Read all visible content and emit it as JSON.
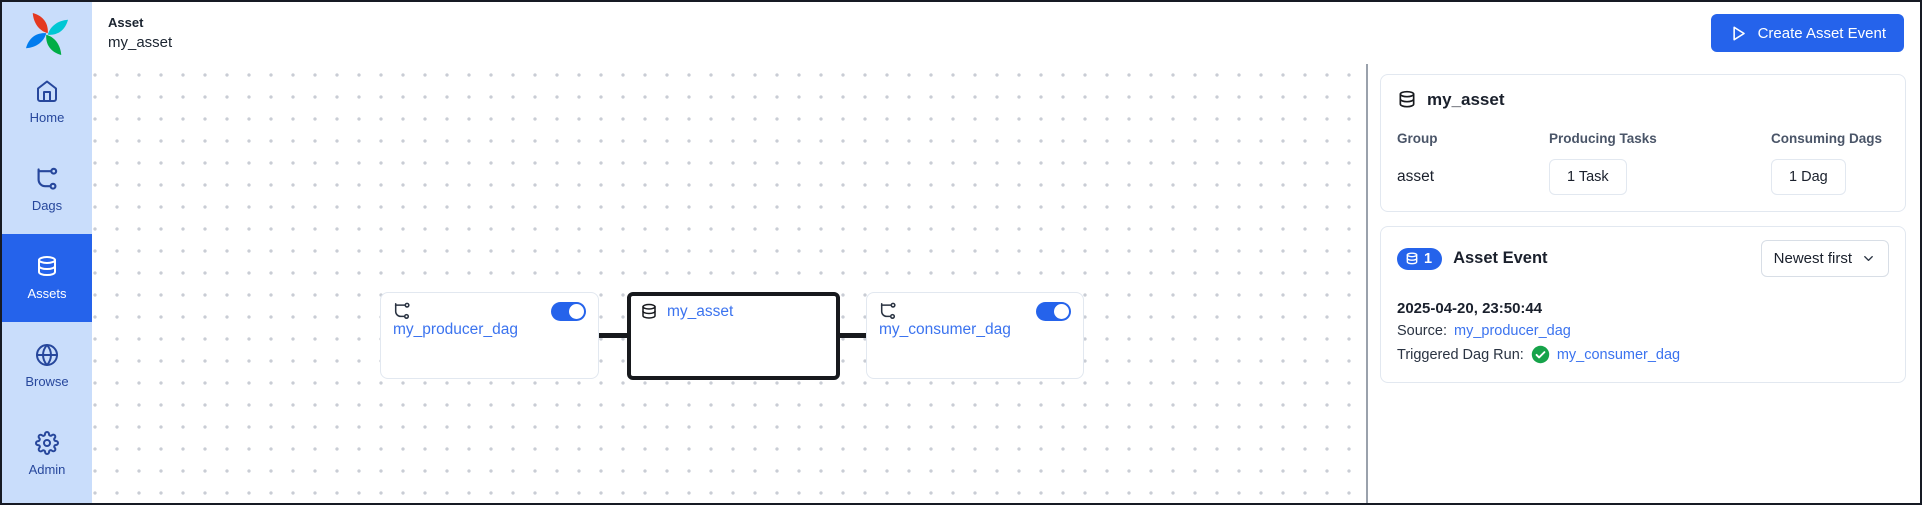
{
  "colors": {
    "accent": "#2563eb",
    "link": "#3b73ef",
    "success": "#16a34a",
    "sidebar_bg": "#c9ddfb",
    "sidebar_fg": "#27479c",
    "asset_border": "#17191d",
    "divider": "#9aa1ac"
  },
  "sidebar": {
    "items": [
      {
        "label": "Home",
        "icon": "home-icon",
        "active": false
      },
      {
        "label": "Dags",
        "icon": "dag-icon",
        "active": false
      },
      {
        "label": "Assets",
        "icon": "database-icon",
        "active": true
      },
      {
        "label": "Browse",
        "icon": "globe-icon",
        "active": false
      },
      {
        "label": "Admin",
        "icon": "gear-icon",
        "active": false
      }
    ]
  },
  "header": {
    "eyebrow": "Asset",
    "title": "my_asset",
    "create_button": "Create Asset Event"
  },
  "graph": {
    "nodes": [
      {
        "type": "dag",
        "label": "my_producer_dag",
        "enabled": true
      },
      {
        "type": "asset",
        "label": "my_asset"
      },
      {
        "type": "dag",
        "label": "my_consumer_dag",
        "enabled": true
      }
    ]
  },
  "details": {
    "title": "my_asset",
    "group_label": "Group",
    "group_value": "asset",
    "producing_label": "Producing Tasks",
    "producing_value": "1 Task",
    "consuming_label": "Consuming Dags",
    "consuming_value": "1 Dag"
  },
  "events": {
    "badge_count": "1",
    "title": "Asset Event",
    "sort_value": "Newest first",
    "items": [
      {
        "timestamp": "2025-04-20, 23:50:44",
        "source_label": "Source:",
        "source_link": "my_producer_dag",
        "run_label": "Triggered Dag Run:",
        "run_link": "my_consumer_dag"
      }
    ]
  }
}
